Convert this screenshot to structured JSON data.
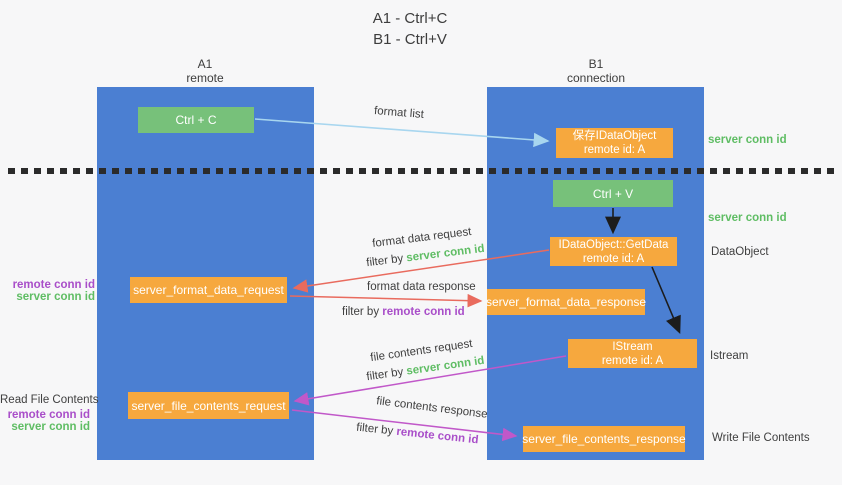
{
  "title": {
    "line1": "A1 - Ctrl+C",
    "line2": "B1 - Ctrl+V"
  },
  "lifelines": {
    "a": {
      "name": "A1",
      "role": "remote"
    },
    "b": {
      "name": "B1",
      "role": "connection"
    }
  },
  "nodes": {
    "ctrl_c": {
      "label": "Ctrl + C"
    },
    "ctrl_v": {
      "label": "Ctrl + V"
    },
    "save_idataobject": {
      "line1": "保存IDataObject",
      "line2": "remote id: A"
    },
    "idataobject_getdata": {
      "line1": "IDataObject::GetData",
      "line2": "remote id: A"
    },
    "istream": {
      "line1": "IStream",
      "line2": "remote id: A"
    },
    "server_format_data_request": {
      "label": "server_format_data_request"
    },
    "server_format_data_response": {
      "label": "server_format_data_response"
    },
    "server_file_contents_request": {
      "label": "server_file_contents_request"
    },
    "server_file_contents_response": {
      "label": "server_file_contents_response"
    }
  },
  "flows": {
    "format_list": "format list",
    "format_data_request": "format data request",
    "format_data_response": "format data response",
    "file_contents_request": "file contents request",
    "file_contents_response": "file contents response",
    "filter_by": "filter by",
    "server_conn_id": "server conn id",
    "remote_conn_id": "remote conn id"
  },
  "annotations": {
    "dataobject": "DataObject",
    "istream": "Istream",
    "read_file_contents": "Read File Contents",
    "write_file_contents": "Write File Contents"
  },
  "colors": {
    "lifeline_blue": "#4b7fd2",
    "node_green": "#77c17a",
    "node_orange": "#f6a83e",
    "arrow_blue": "#a8d6ef",
    "arrow_red": "#e96b5e",
    "arrow_magenta": "#c158c9",
    "arrow_black": "#1c1c1c",
    "text_green": "#5fbd64",
    "text_purple": "#a94ec9"
  }
}
